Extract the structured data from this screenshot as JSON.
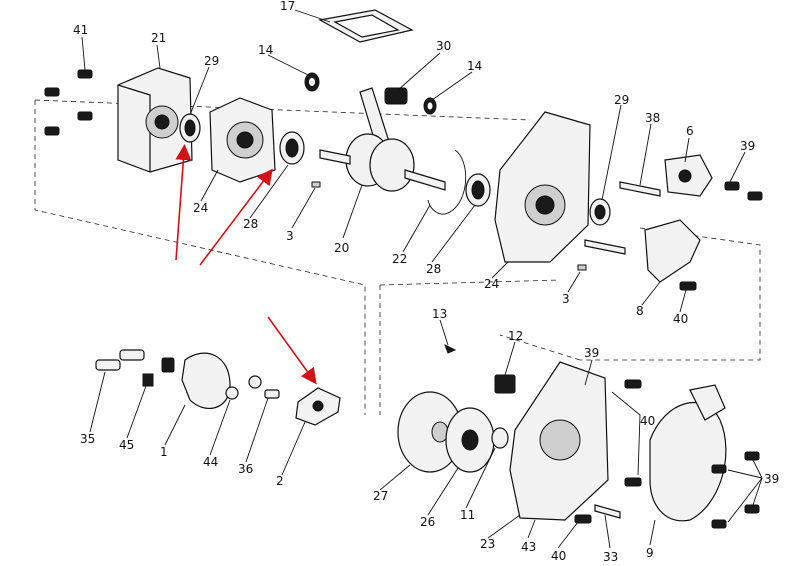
{
  "labels": [
    "41",
    "21",
    "29",
    "17",
    "14",
    "30",
    "14",
    "29",
    "38",
    "6",
    "39",
    "24",
    "28",
    "3",
    "20",
    "22",
    "28",
    "24",
    "3",
    "8",
    "40",
    "13",
    "12",
    "39",
    "40",
    "35",
    "45",
    "1",
    "44",
    "36",
    "2",
    "27",
    "26",
    "11",
    "23",
    "43",
    "40",
    "33",
    "9",
    "39"
  ],
  "colors": {
    "arrow": "#d0121b",
    "line": "#111111",
    "background": "#ffffff"
  }
}
